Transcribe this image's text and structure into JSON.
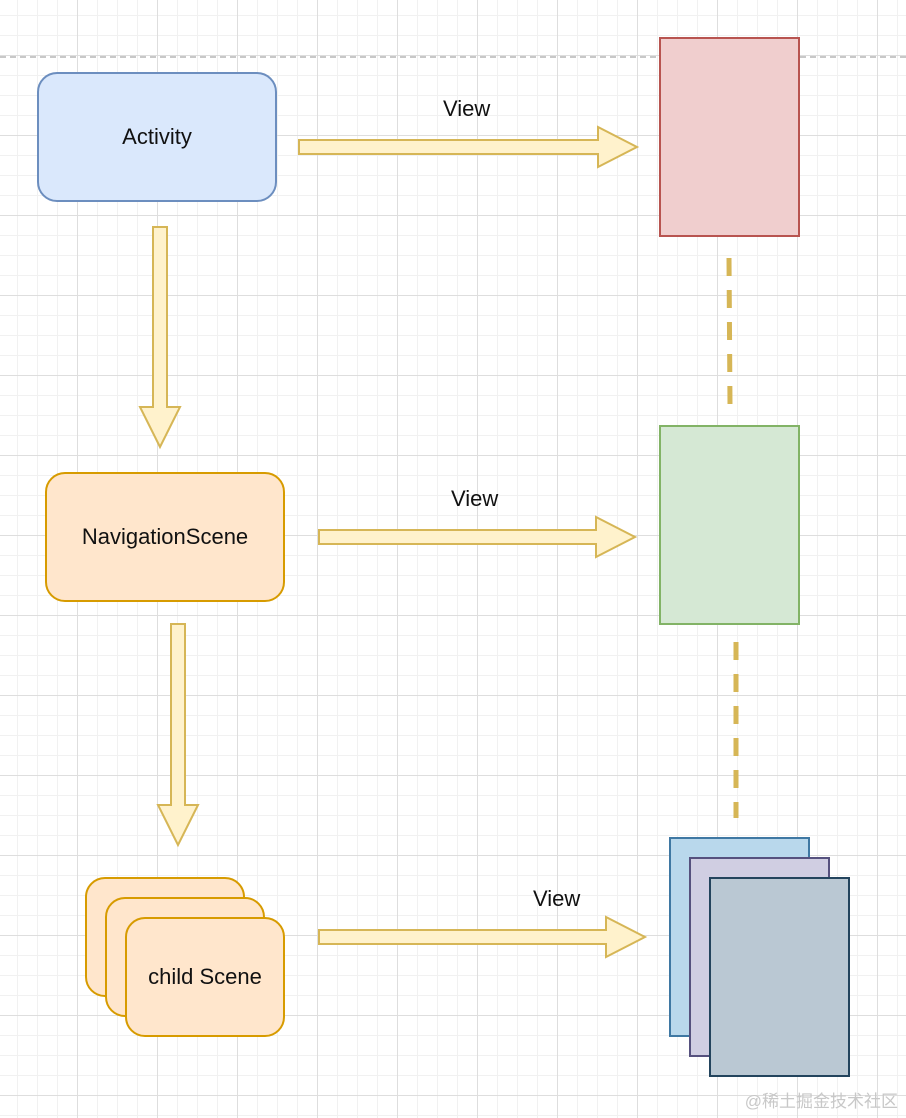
{
  "diagram": {
    "nodes": {
      "activity": "Activity",
      "navigation_scene": "NavigationScene",
      "child_scene": "child Scene"
    },
    "edge_labels": {
      "activity_view": "View",
      "navigation_view": "View",
      "child_view": "View"
    },
    "colors": {
      "activity_fill": "#dae8fc",
      "activity_stroke": "#6c8ebf",
      "scene_fill": "#ffe6cc",
      "scene_stroke": "#d79b00",
      "arrow_fill": "#fff2cc",
      "arrow_stroke": "#d6b656",
      "red_view_fill": "#f0cece",
      "red_view_stroke": "#b85450",
      "green_view_fill": "#d5e8d4",
      "green_view_stroke": "#82b366",
      "blue_view_fill": "#b9d8ec",
      "purple_view_fill": "#d0cee2",
      "gray_view_fill": "#bac8d3"
    }
  },
  "watermark": "@稀土掘金技术社区"
}
